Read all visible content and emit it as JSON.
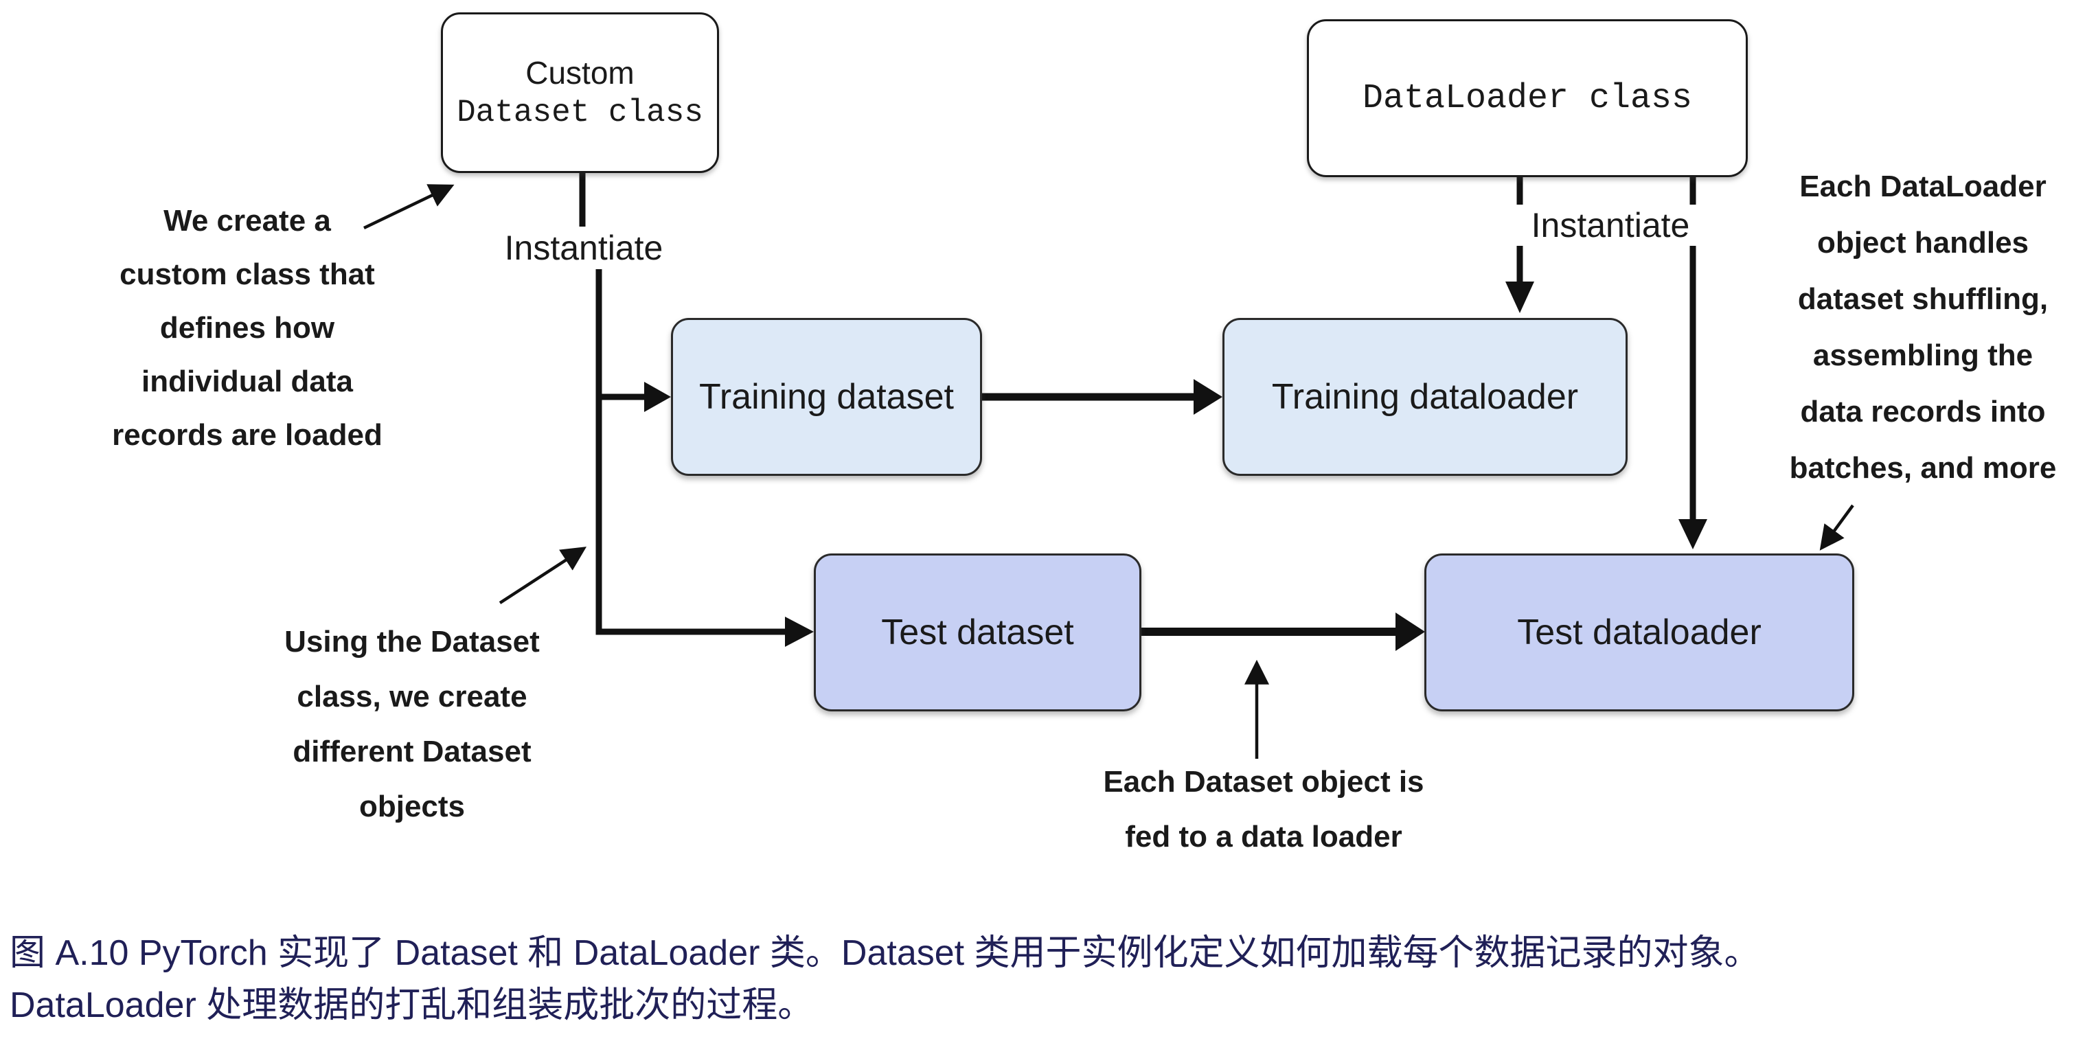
{
  "figure": {
    "boxes": {
      "custom_dataset": {
        "line1": "Custom",
        "line2": "Dataset class"
      },
      "dataloader": {
        "label": "DataLoader class"
      },
      "training_dataset": {
        "label": "Training dataset"
      },
      "training_dataloader": {
        "label": "Training dataloader"
      },
      "test_dataset": {
        "label": "Test dataset"
      },
      "test_dataloader": {
        "label": "Test dataloader"
      }
    },
    "edge_labels": {
      "instantiate_left": "Instantiate",
      "instantiate_right": "Instantiate"
    },
    "annotations": {
      "create_custom": "We create a\ncustom class that\ndefines how\nindividual data\nrecords are loaded",
      "using_dataset": "Using the Dataset\nclass, we create\ndifferent Dataset\nobjects",
      "dataset_fed": "Each Dataset object is\nfed to a data loader",
      "dataloader_handles": "Each DataLoader\nobject handles\ndataset shuffling,\nassembling the\ndata records into\nbatches, and more"
    },
    "colors": {
      "training_fill": "#dde9f7",
      "test_fill": "#c7d0f4",
      "line": "#111111",
      "caption_text": "#202057"
    }
  },
  "caption": {
    "line1": "图 A.10 PyTorch 实现了 Dataset 和 DataLoader 类。Dataset 类用于实例化定义如何加载每个数据记录的对象。",
    "line2": "DataLoader 处理数据的打乱和组装成批次的过程。"
  }
}
